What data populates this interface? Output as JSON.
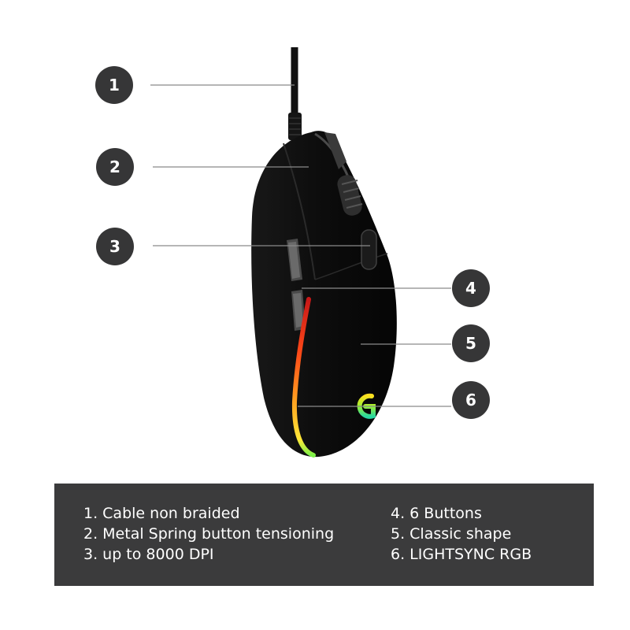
{
  "callouts": [
    {
      "number": "1",
      "text": "Cable non braided"
    },
    {
      "number": "2",
      "text": "Metal Spring button tensioning"
    },
    {
      "number": "3",
      "text": "up to 8000 DPI"
    },
    {
      "number": "4",
      "text": "6 Buttons"
    },
    {
      "number": "5",
      "text": "Classic shape"
    },
    {
      "number": "6",
      "text": "LIGHTSYNC RGB"
    }
  ],
  "legend": {
    "left": [
      "1. Cable non braided",
      "2. Metal Spring button tensioning",
      "3. up to 8000 DPI"
    ],
    "right": [
      "4. 6 Buttons",
      "5. Classic shape",
      "6. LIGHTSYNC RGB"
    ]
  },
  "colors": {
    "callout_circle": "#363637",
    "legend_background": "#3b3b3c",
    "mouse_body": "#0b0b0b",
    "leader_line": "#8a8a8a"
  },
  "product": "black gaming mouse with RGB light strip and logo"
}
